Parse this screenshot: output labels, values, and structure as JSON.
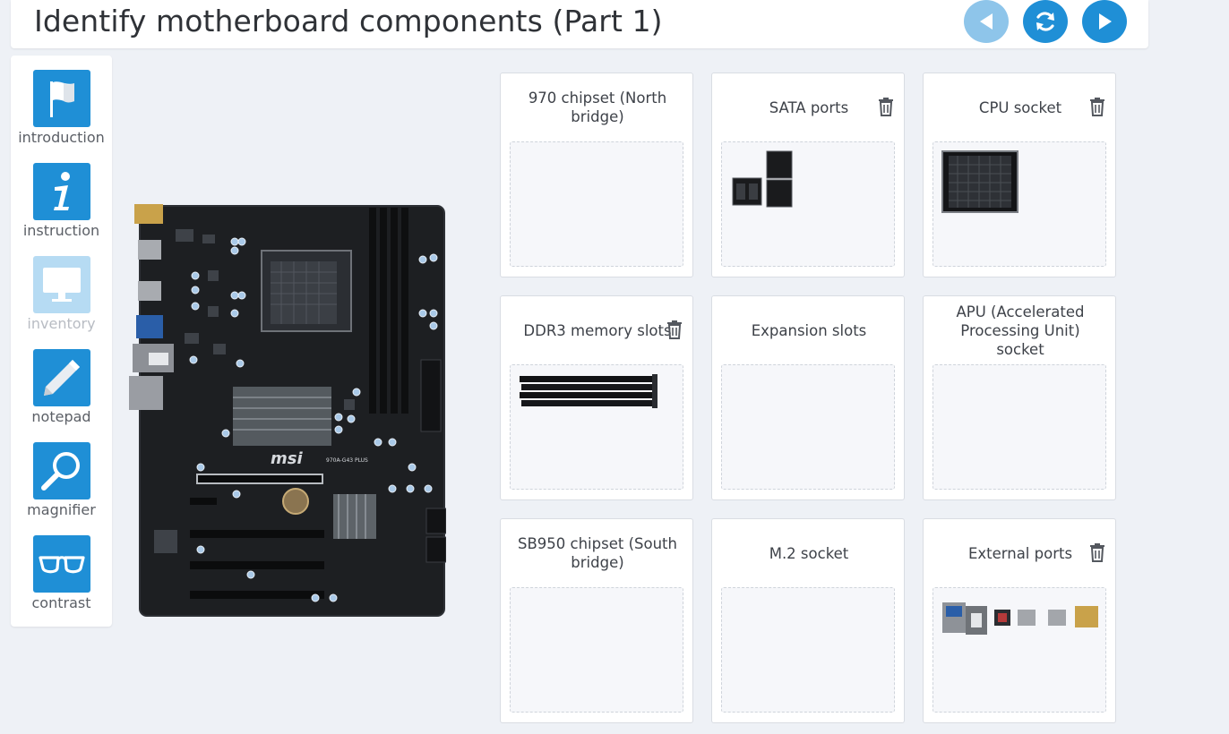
{
  "header": {
    "title": "Identify motherboard components (Part 1)",
    "back_icon": "previous-arrow-icon",
    "reset_icon": "refresh-icon",
    "next_icon": "next-arrow-icon"
  },
  "toolbar": {
    "items": [
      {
        "label": "introduction",
        "icon": "flag-icon",
        "enabled": true
      },
      {
        "label": "instruction",
        "icon": "info-icon",
        "enabled": true
      },
      {
        "label": "inventory",
        "icon": "monitor-icon",
        "enabled": false
      },
      {
        "label": "notepad",
        "icon": "pencil-icon",
        "enabled": true
      },
      {
        "label": "magnifier",
        "icon": "magnifier-icon",
        "enabled": true
      },
      {
        "label": "contrast",
        "icon": "glasses-icon",
        "enabled": true
      }
    ]
  },
  "board": {
    "brand": "msi",
    "model": "970A-G43 PLUS"
  },
  "cards": [
    {
      "label": "970 chipset (North bridge)",
      "has_item": false
    },
    {
      "label": "SATA ports",
      "has_item": true,
      "item": "sata-ports-piece"
    },
    {
      "label": "CPU socket",
      "has_item": true,
      "item": "cpu-socket-piece"
    },
    {
      "label": "DDR3 memory slots",
      "has_item": true,
      "item": "ddr3-slots-piece"
    },
    {
      "label": "Expansion slots",
      "has_item": false
    },
    {
      "label": "APU (Accelerated Processing Unit) socket",
      "has_item": false
    },
    {
      "label": "SB950 chipset (South bridge)",
      "has_item": false
    },
    {
      "label": "M.2 socket",
      "has_item": false
    },
    {
      "label": "External ports",
      "has_item": true,
      "item": "external-ports-piece"
    }
  ],
  "colors": {
    "accent": "#1f8fd6",
    "accent_disabled": "#b6dbf3",
    "background": "#eef1f6"
  }
}
